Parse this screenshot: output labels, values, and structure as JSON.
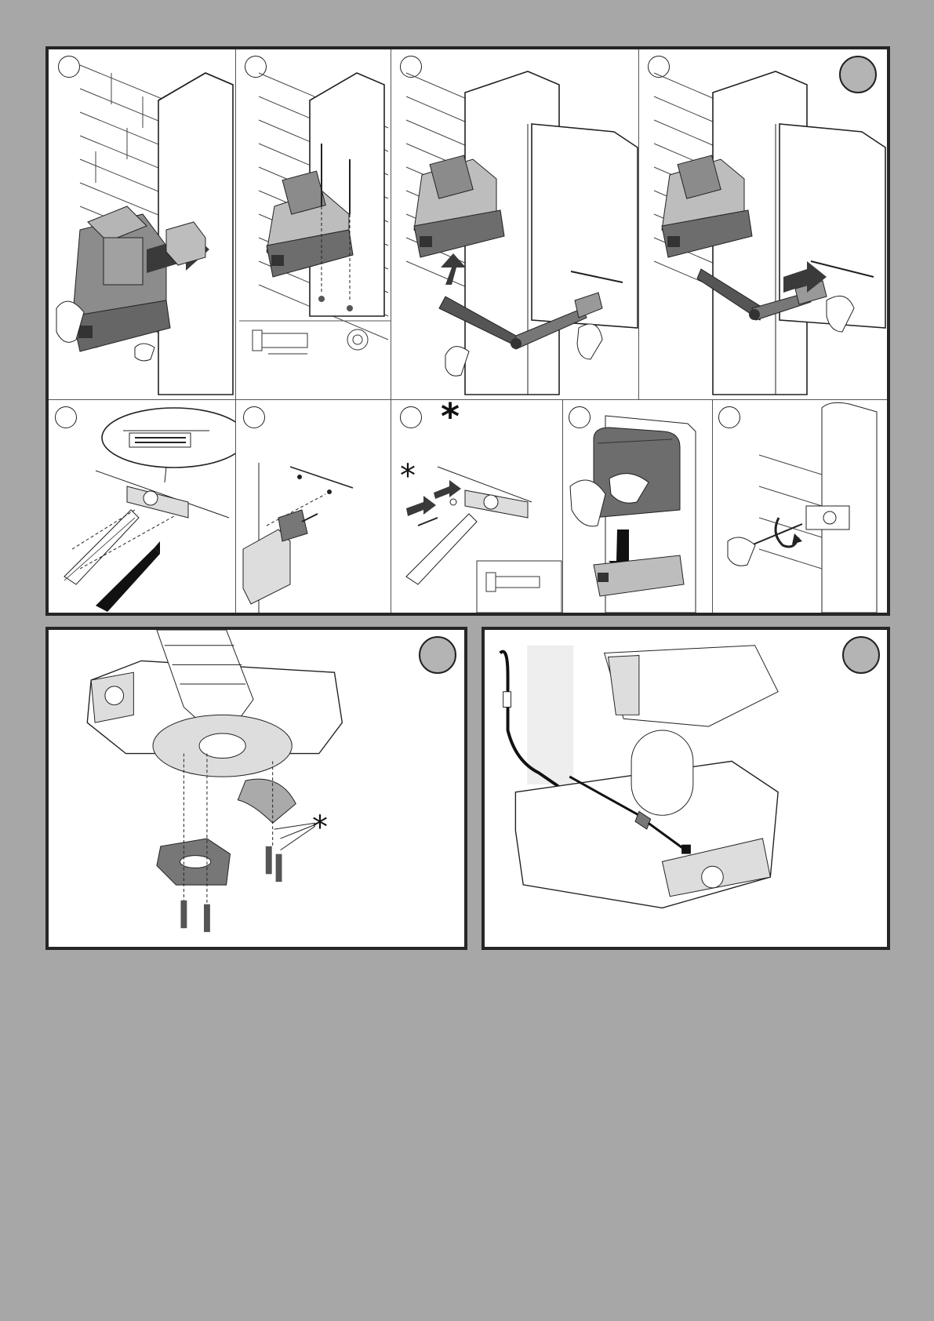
{
  "page": {
    "background": "#a7a7a8",
    "frame_border": "#262626",
    "panel_fill": "#ffffff"
  },
  "main_grid": {
    "row1": [
      {
        "step_marker": "",
        "illustration": "mounting-bracket-to-motor"
      },
      {
        "step_marker": "",
        "illustration": "bolts-into-motor-base"
      },
      {
        "step_marker": "",
        "illustration": "fit-arm-to-motor"
      },
      {
        "step_marker": "",
        "illustration": "fit-arm-bracket-to-gate",
        "badge": "grey-disc"
      }
    ],
    "row2": [
      {
        "step_marker": "",
        "illustration": "mark-drilling-holes"
      },
      {
        "step_marker": "",
        "illustration": "drill-holes"
      },
      {
        "step_marker": "",
        "illustration": "fix-bracket-screws",
        "symbol": "*"
      },
      {
        "step_marker": "",
        "illustration": "fit-cover"
      },
      {
        "step_marker": "",
        "illustration": "tighten-screw"
      }
    ]
  },
  "detail_panels": [
    {
      "illustration": "gear-limit-stop-assembly",
      "symbol": "*",
      "badge": "grey-disc"
    },
    {
      "illustration": "cable-connection",
      "badge": "grey-disc"
    }
  ],
  "colors": {
    "badge_fill": "#b4b4b4",
    "part_dark": "#6b6b6b",
    "part_mid": "#9a9a9a",
    "line": "#222222"
  }
}
